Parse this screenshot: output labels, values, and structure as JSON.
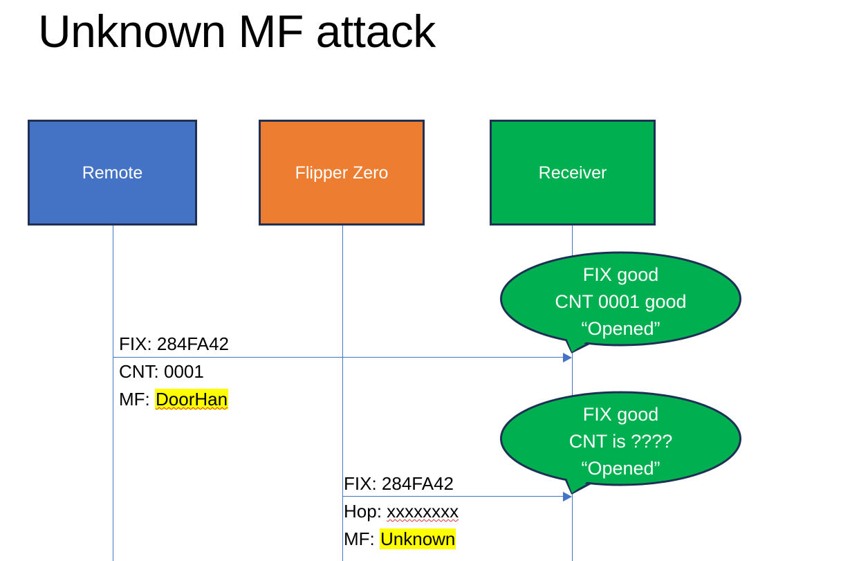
{
  "slide": {
    "title": "Unknown MF attack",
    "background_color": "#FFFFFF"
  },
  "colors": {
    "remote_fill": "#4472C4",
    "flipper_fill": "#ED7D31",
    "receiver_fill": "#00B050",
    "box_border": "#1F3055",
    "line": "#4472C4",
    "highlight": "#FFFF00",
    "bubble_fill": "#00B050",
    "bubble_border": "#1F3055",
    "text_dark": "#000000",
    "text_light": "#FFFFFF"
  },
  "actors": [
    {
      "id": "remote",
      "label": "Remote",
      "fill": "#4472C4"
    },
    {
      "id": "flipper",
      "label": "Flipper Zero",
      "fill": "#ED7D31"
    },
    {
      "id": "receiver",
      "label": "Receiver",
      "fill": "#00B050"
    }
  ],
  "messages": [
    {
      "id": "msg-remote-to-receiver",
      "from": "remote",
      "to": "receiver",
      "lines": [
        {
          "prefix": "FIX: ",
          "value": "284FA42",
          "highlight": false,
          "squiggle": false
        },
        {
          "prefix": "CNT: ",
          "value": "0001",
          "highlight": false,
          "squiggle": false
        },
        {
          "prefix": "MF: ",
          "value": "DoorHan",
          "highlight": true,
          "squiggle": true
        }
      ]
    },
    {
      "id": "msg-flipper-to-receiver",
      "from": "flipper",
      "to": "receiver",
      "lines": [
        {
          "prefix": "FIX: ",
          "value": "284FA42",
          "highlight": false,
          "squiggle": false
        },
        {
          "prefix": "Hop: ",
          "value": "xxxxxxxx",
          "highlight": false,
          "squiggle": true
        },
        {
          "prefix": "MF: ",
          "value": "Unknown",
          "highlight": true,
          "squiggle": false
        }
      ]
    }
  ],
  "callouts": [
    {
      "id": "callout-first",
      "lines": [
        "FIX good",
        "CNT 0001 good",
        "“Opened”"
      ]
    },
    {
      "id": "callout-second",
      "lines": [
        "FIX good",
        "CNT is ????",
        "“Opened”"
      ]
    }
  ]
}
